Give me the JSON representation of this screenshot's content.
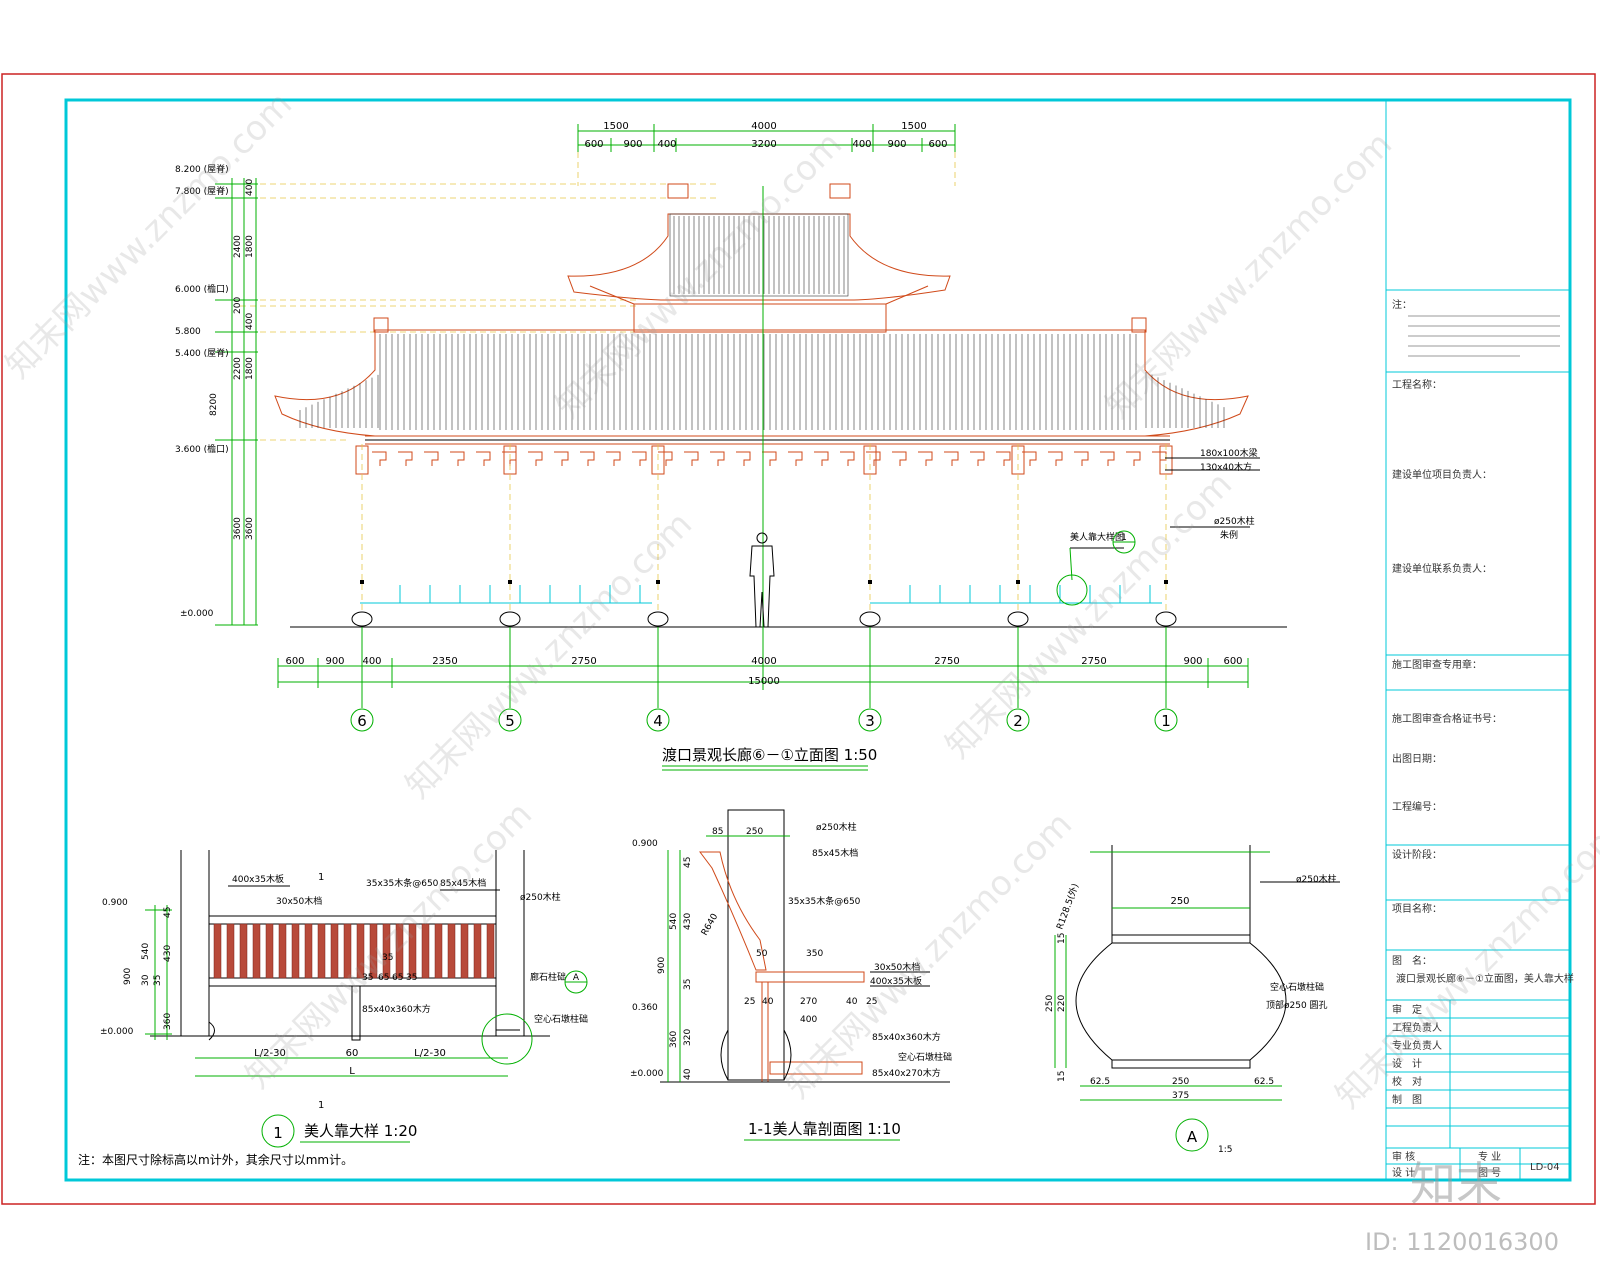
{
  "elevation": {
    "title": "渡口景观长廊⑥－①立面图 1:50",
    "top_dims_1": [
      "1500",
      "4000",
      "1500"
    ],
    "top_dims_2": [
      "600",
      "900",
      "400",
      "3200",
      "400",
      "900",
      "600"
    ],
    "levels": [
      "8.200 (屋脊)",
      "7.800 (屋脊)",
      "6.000 (檐口)",
      "5.800",
      "5.400 (屋脊)",
      "3.600 (檐口)",
      "±0.000"
    ],
    "left_dims_a": [
      "400",
      "2400",
      "200",
      "400",
      "2200",
      "3600"
    ],
    "left_dims_b": [
      "1800",
      "1800",
      "3600"
    ],
    "left_dim_total": "8200",
    "bottom_dims": [
      "600",
      "900",
      "400",
      "2350",
      "2750",
      "4000",
      "2750",
      "2750",
      "900",
      "600"
    ],
    "bottom_total": "15000",
    "axes": [
      "6",
      "5",
      "4",
      "3",
      "2",
      "1"
    ],
    "callouts": [
      "180x100木梁",
      "130x40木方",
      "ø250木柱",
      "朱例",
      "美人靠大样图"
    ],
    "callout_ref": "1"
  },
  "detail1": {
    "title": "美人靠大样 1:20",
    "num": "1",
    "labels": [
      "400x35木板",
      "30x50木档",
      "35x35木条@650",
      "85x45木档",
      "ø250木柱",
      "廊石柱础",
      "空心石墩柱础",
      "85x40x360木方"
    ],
    "levels": [
      "0.900",
      "±0.000"
    ],
    "vdims": [
      "45",
      "540",
      "900",
      "30",
      "35",
      "360",
      "430"
    ],
    "hdims": [
      "L/2-30",
      "60",
      "L/2-30",
      "L"
    ],
    "small_dims": [
      "35",
      "65",
      "65",
      "35",
      "35"
    ],
    "section_mark": "1",
    "ref": "A"
  },
  "section": {
    "title": "1-1美人靠剖面图 1:10",
    "labels": [
      "ø250木柱",
      "85x45木档",
      "35x35木条@650",
      "30x50木档",
      "400x35木板",
      "85x40x360木方",
      "空心石墩柱础",
      "85x40x270木方"
    ],
    "levels": [
      "0.900",
      "0.360",
      "±0.000"
    ],
    "dims": [
      "85",
      "250",
      "45",
      "540",
      "430",
      "900",
      "35",
      "320",
      "360",
      "40",
      "50",
      "350",
      "25",
      "40",
      "270",
      "40",
      "25",
      "400",
      "R640"
    ]
  },
  "detailA": {
    "title": "A",
    "scale": "1:5",
    "labels": [
      "ø250木柱",
      "空心石墩柱础",
      "顶部ø250 圆孔",
      "R128.5(外)"
    ],
    "dims": [
      "250",
      "250",
      "220",
      "15",
      "15",
      "62.5",
      "250",
      "62.5",
      "375"
    ]
  },
  "note": "注：本图尺寸除标高以m计外，其余尺寸以mm计。",
  "title_block": {
    "rows": [
      "注：",
      "工程名称：",
      "建设单位项目负责人：",
      "建设单位联系负责人：",
      "施工图审查专用章：",
      "施工图审查合格证书号：",
      "出图日期：",
      "工程编号：",
      "设计阶段：",
      "项目名称："
    ],
    "drawing_name_label": "图　名：",
    "drawing_name": "渡口景观长廊⑥－①立面图，美人靠大样",
    "signatures": [
      "审　定",
      "工程负责人",
      "专业负责人",
      "设　计",
      "校　对",
      "制　图"
    ],
    "bottom": [
      "审 核",
      "专 业",
      "设 计",
      "图 号",
      "LD-04"
    ]
  },
  "watermark": "知末网www.znzmo.com",
  "logo": "知末",
  "id_text": "ID: 1120016300"
}
